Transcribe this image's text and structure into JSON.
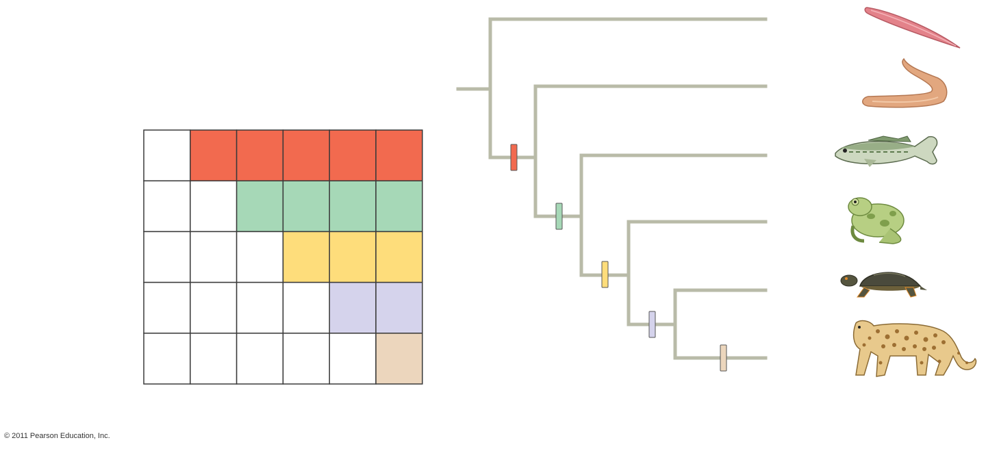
{
  "copyright": "© 2011 Pearson Education, Inc.",
  "colors": {
    "branch": "#b9bba8",
    "grid_line": "#3a3a3a",
    "empty_cell": "#ffffff",
    "characters": [
      "#f26a4f",
      "#a6d8b7",
      "#fedd7b",
      "#d5d3ec",
      "#ecd6bd"
    ]
  },
  "character_table": {
    "taxa_count": 6,
    "character_count": 5,
    "rows": [
      [
        0,
        1,
        1,
        1,
        1,
        1
      ],
      [
        0,
        0,
        1,
        1,
        1,
        1
      ],
      [
        0,
        0,
        0,
        1,
        1,
        1
      ],
      [
        0,
        0,
        0,
        0,
        1,
        1
      ],
      [
        0,
        0,
        0,
        0,
        0,
        1
      ]
    ]
  },
  "taxa": [
    {
      "icon": "lancelet-icon"
    },
    {
      "icon": "lamprey-icon"
    },
    {
      "icon": "bass-icon"
    },
    {
      "icon": "frog-icon"
    },
    {
      "icon": "turtle-icon"
    },
    {
      "icon": "leopard-icon"
    }
  ],
  "tree": {
    "markers": [
      {
        "character": 0
      },
      {
        "character": 1
      },
      {
        "character": 2
      },
      {
        "character": 3
      },
      {
        "character": 4
      }
    ]
  }
}
